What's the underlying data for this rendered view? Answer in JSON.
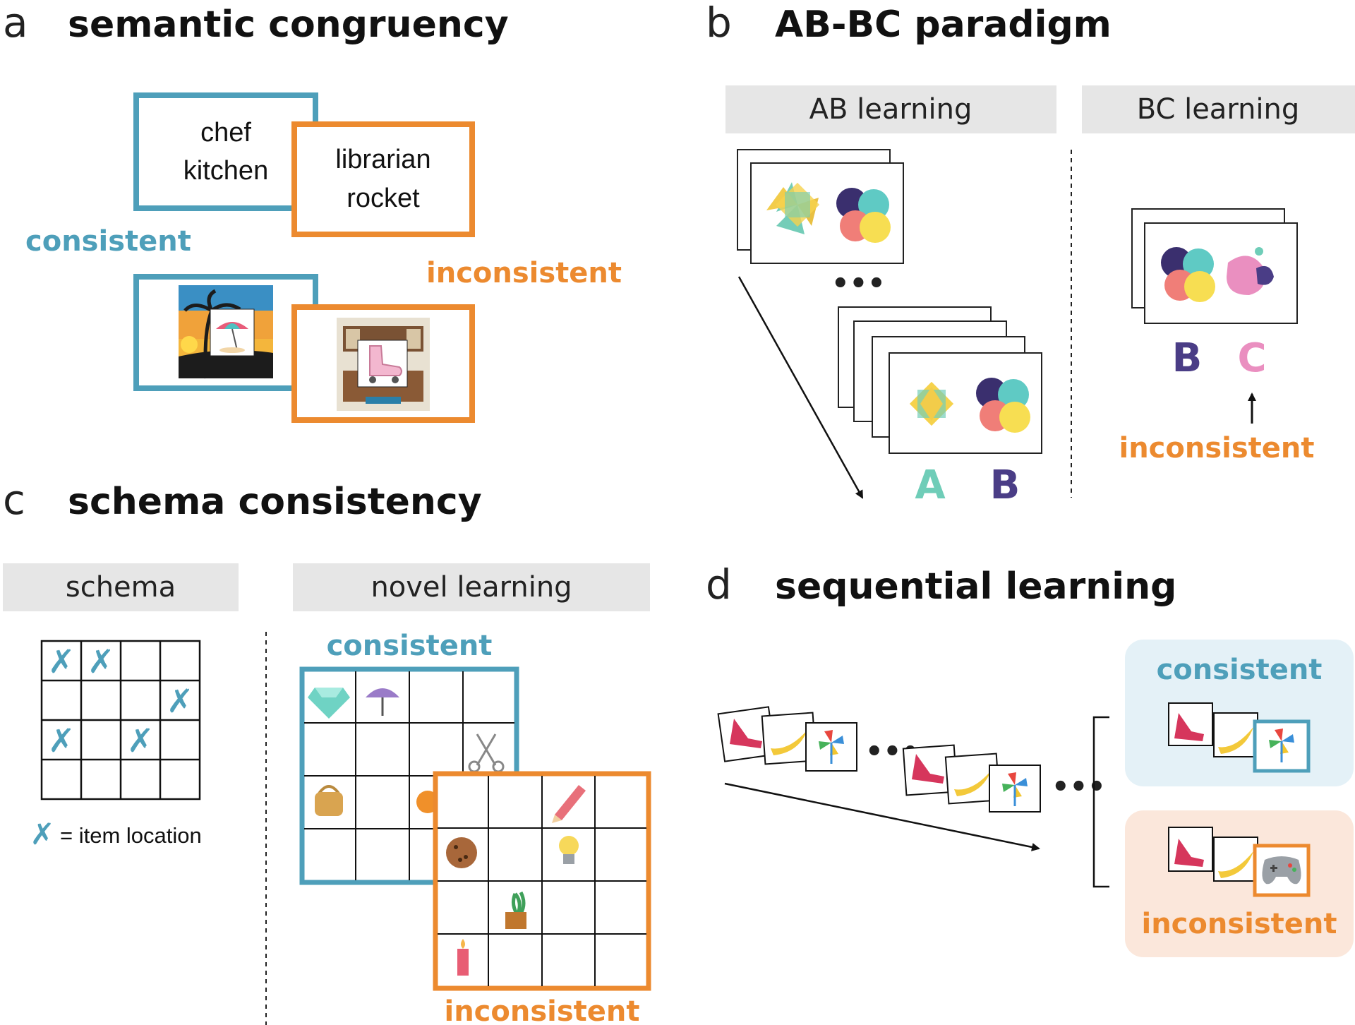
{
  "panel_a": {
    "letter": "a",
    "title": "semantic congruency",
    "word_card_consistent": [
      "chef",
      "kitchen"
    ],
    "word_card_inconsistent": [
      "librarian",
      "rocket"
    ],
    "label_consistent": "consistent",
    "label_inconsistent": "inconsistent"
  },
  "panel_b": {
    "letter": "b",
    "title": "AB-BC paradigm",
    "header_ab": "AB learning",
    "header_bc": "BC learning",
    "ellipsis": "•••",
    "letter_a": "A",
    "letter_b": "B",
    "letter_b2": "B",
    "letter_c": "C",
    "label_inconsistent": "inconsistent"
  },
  "panel_c": {
    "letter": "c",
    "title": "schema consistency",
    "header_schema": "schema",
    "header_novel": "novel learning",
    "legend_text": "= item location",
    "label_consistent": "consistent",
    "label_inconsistent": "inconsistent"
  },
  "panel_d": {
    "letter": "d",
    "title": "sequential learning",
    "ellipsis1": "•••",
    "ellipsis2": "•••",
    "label_consistent": "consistent",
    "label_inconsistent": "inconsistent"
  },
  "colors": {
    "consistent_blue": "#4e9fba",
    "inconsistent_orange": "#ec8a2f",
    "letter_a_teal": "#6fcdb8",
    "letter_b_purple": "#4a3d86",
    "letter_c_pink": "#ea8fc0",
    "header_gray": "#e6e6e6",
    "box_blue_bg": "#e4f1f7",
    "box_orange_bg": "#fbe7db"
  }
}
